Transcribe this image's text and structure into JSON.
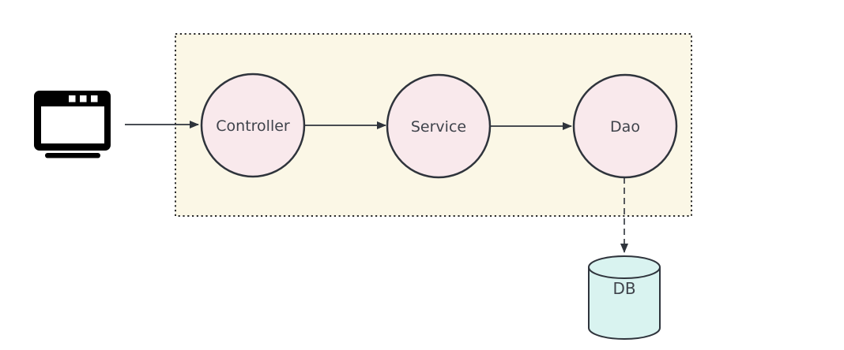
{
  "diagram": {
    "nodes": {
      "browser": {
        "icon": "browser-window-icon",
        "label": ""
      },
      "controller": {
        "label": "Controller",
        "shape": "circle"
      },
      "service": {
        "label": "Service",
        "shape": "circle"
      },
      "dao": {
        "label": "Dao",
        "shape": "circle"
      },
      "db": {
        "label": "DB",
        "shape": "cylinder"
      }
    },
    "edges": [
      {
        "from": "browser",
        "to": "controller",
        "style": "solid-arrow"
      },
      {
        "from": "controller",
        "to": "service",
        "style": "solid-arrow"
      },
      {
        "from": "service",
        "to": "dao",
        "style": "solid-arrow"
      },
      {
        "from": "dao",
        "to": "db",
        "style": "dashed-arrow"
      }
    ],
    "colors": {
      "canvas_bg": "#ffffff",
      "container_fill": "#fbf7e6",
      "container_border": "#2b2b2b",
      "node_fill": "#f9e9ec",
      "node_stroke": "#2f343c",
      "db_fill": "#d9f3f0",
      "arrow": "#2f343c",
      "label": "#3f434b",
      "icon": "#000000",
      "icon_inner": "#ffffff"
    }
  }
}
